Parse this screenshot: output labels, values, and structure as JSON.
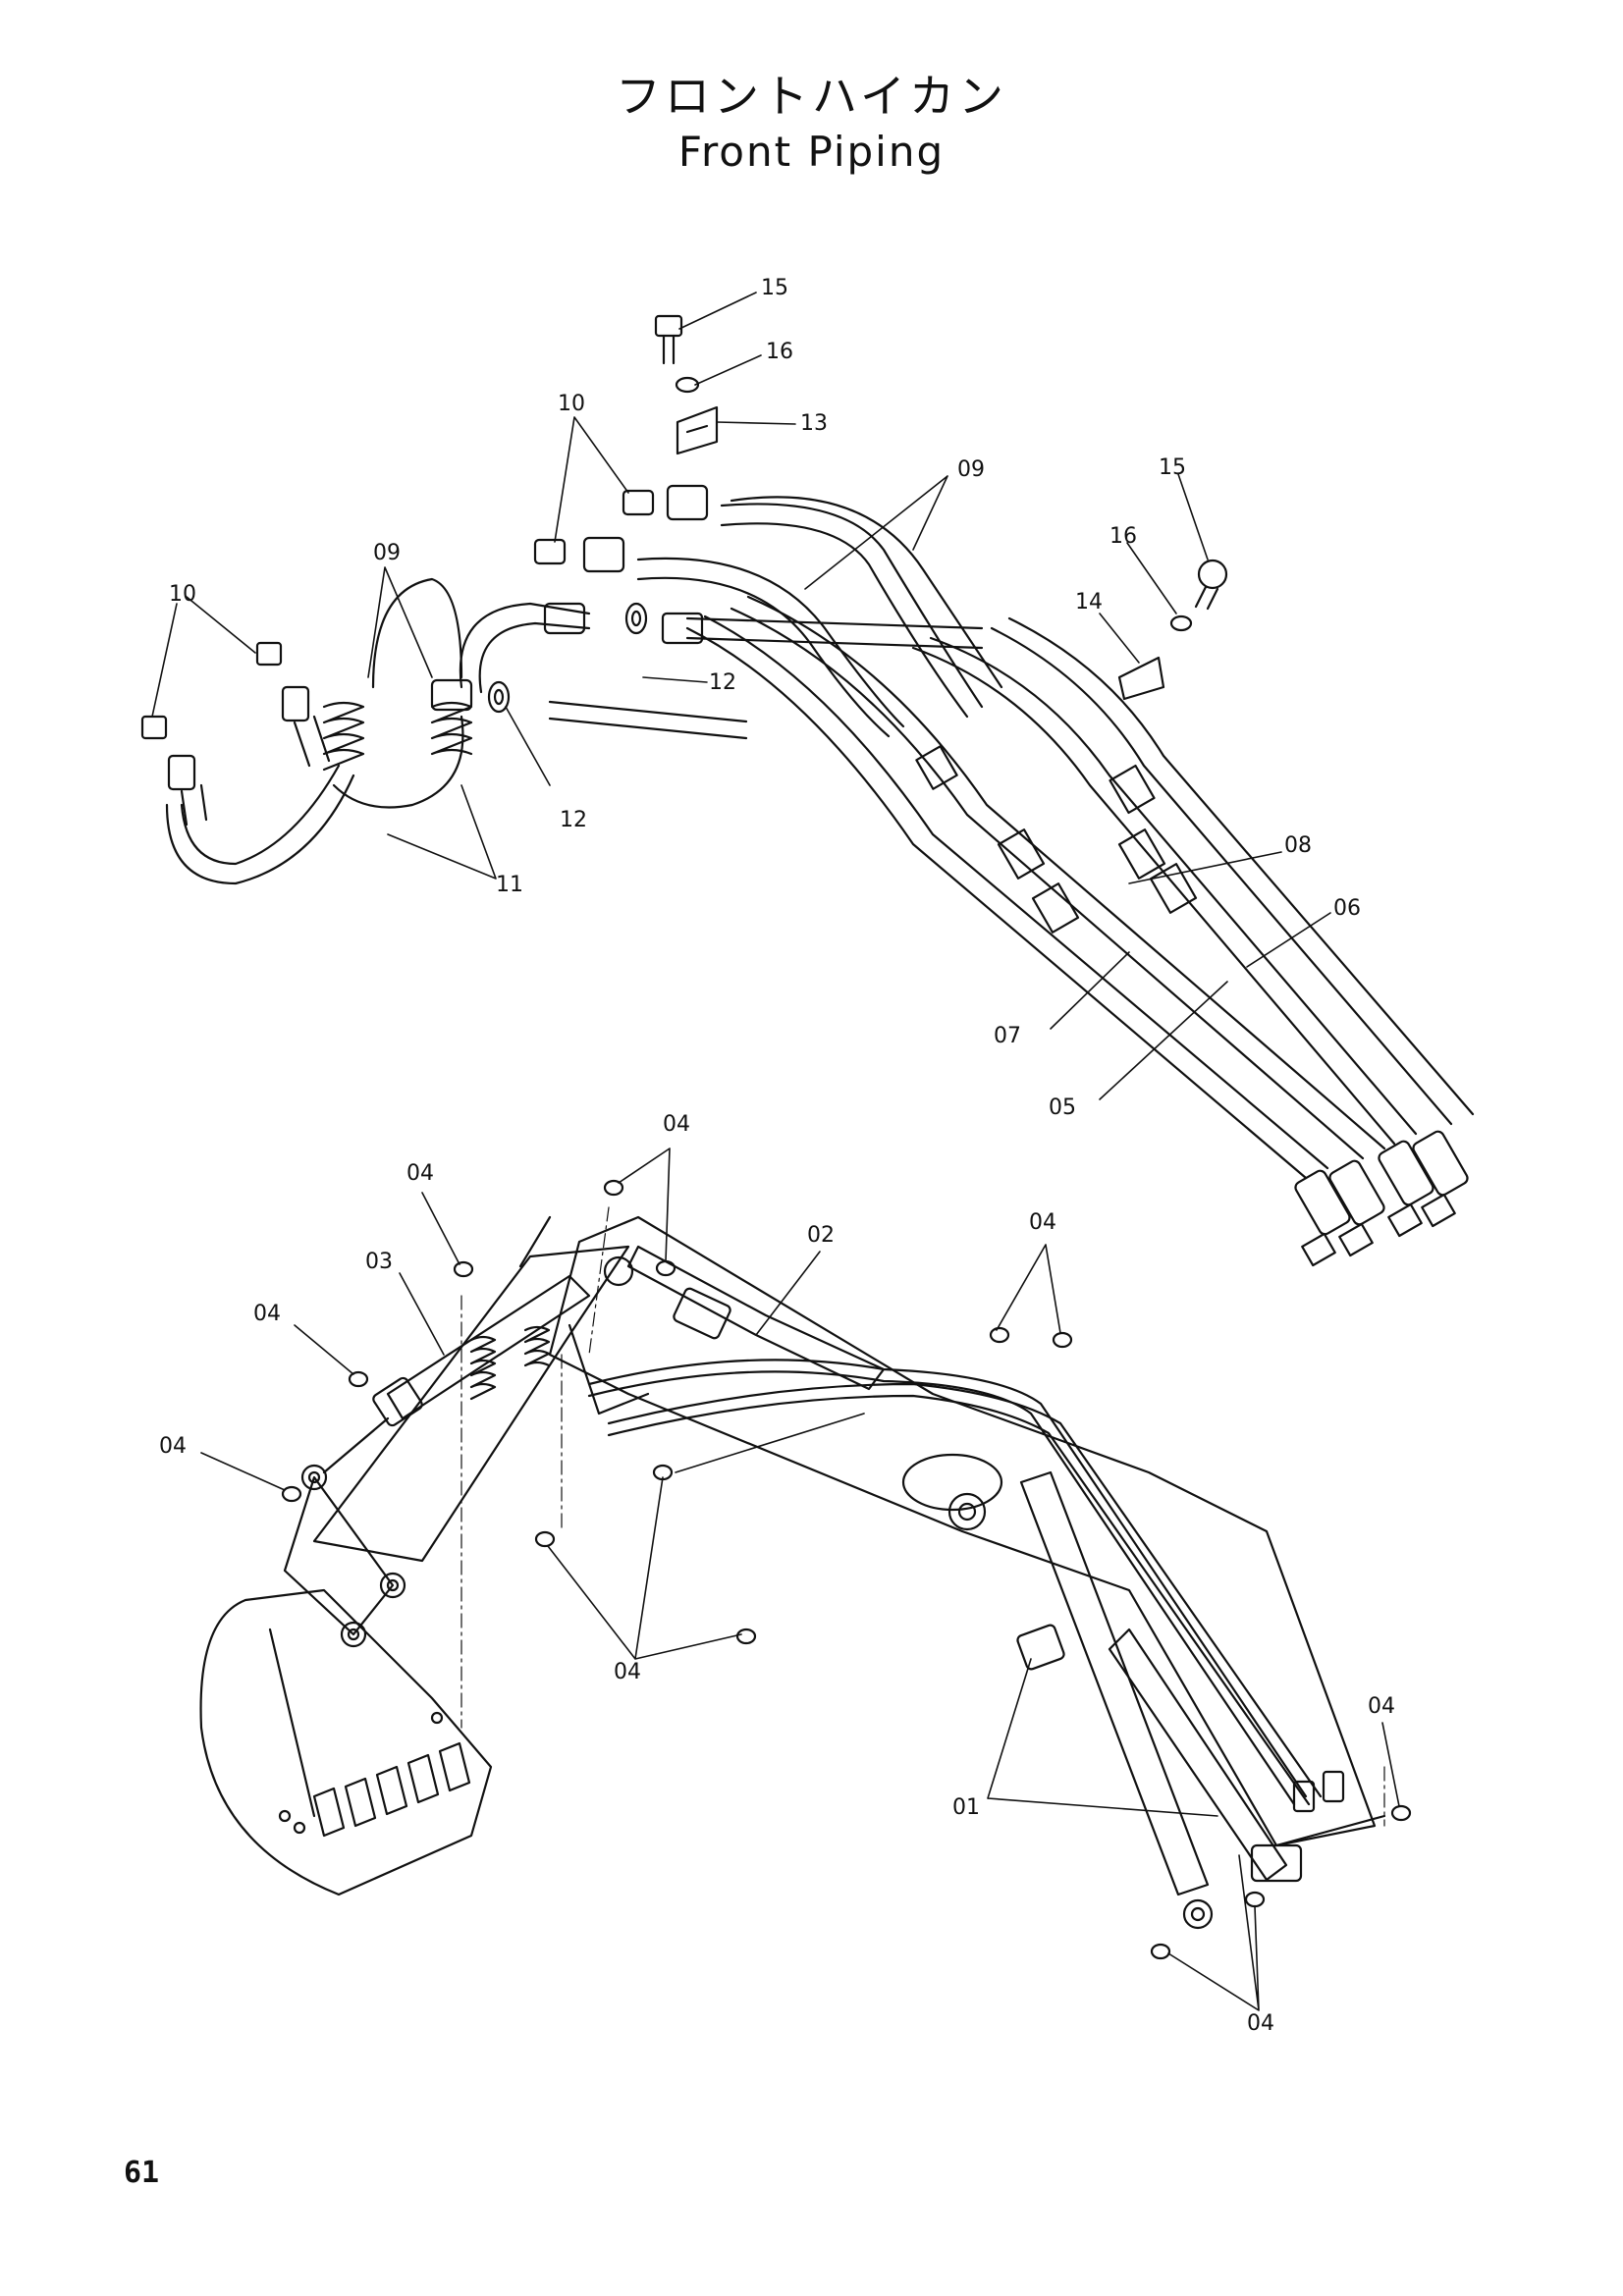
{
  "title": {
    "jp": "フロントハイカン",
    "en": "Front Piping"
  },
  "page_number": "61",
  "callouts": {
    "c15a": "15",
    "c16a": "16",
    "c13": "13",
    "c10a": "10",
    "c09a": "09",
    "c15b": "15",
    "c16b": "16",
    "c14": "14",
    "c10b": "10",
    "c09b": "09",
    "c12a": "12",
    "c12b": "12",
    "c11": "11",
    "c08": "08",
    "c06": "06",
    "c07": "07",
    "c05": "05",
    "c04a": "04",
    "c04b": "04",
    "c03": "03",
    "c02": "02",
    "c04c": "04",
    "c04d": "04",
    "c04e": "04",
    "c04f": "04",
    "c01": "01",
    "c04g": "04",
    "c04h": "04"
  }
}
